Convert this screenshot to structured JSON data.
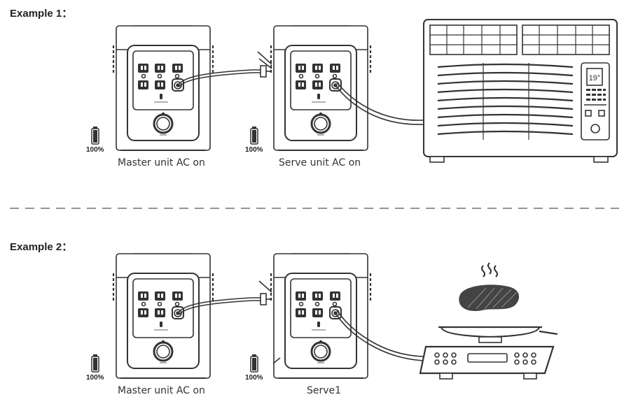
{
  "example1": {
    "heading": "Example 1：",
    "master_battery": "100%",
    "master_caption": "Master unit AC on",
    "serve_battery": "100%",
    "serve_caption": "Serve unit AC on",
    "ac_display": "19°"
  },
  "example2": {
    "heading": "Example 2：",
    "master_battery": "100%",
    "master_caption": "Master unit AC on",
    "serve_battery": "100%",
    "serve_caption": "Serve1"
  },
  "icons": [
    "battery-icon",
    "power-station-icon",
    "air-conditioner-icon",
    "grill-icon",
    "steak-icon",
    "steam-icon",
    "cable"
  ],
  "colors": {
    "line": "#333333",
    "fill": "#ffffff",
    "steak": "#444444"
  }
}
